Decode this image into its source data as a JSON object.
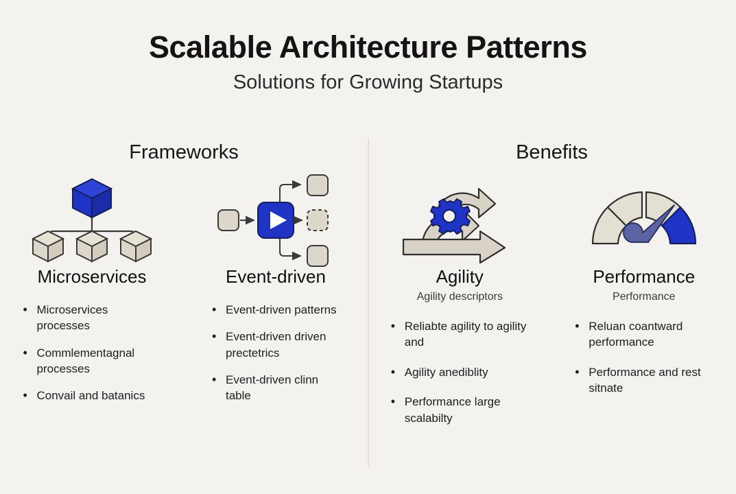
{
  "header": {
    "title": "Scalable Architecture Patterns",
    "subtitle": "Solutions for Growing Startups"
  },
  "sections": [
    {
      "heading": "Frameworks",
      "cards": [
        {
          "icon": "microservices-hierarchy-icon",
          "title": "Microservices",
          "subtitle": "",
          "bullets": [
            "Microservices processes",
            "Commlementagnal processes",
            "Convail and batanics"
          ]
        },
        {
          "icon": "event-driven-flow-icon",
          "title": "Event-driven",
          "subtitle": "",
          "bullets": [
            "Event-driven patterns",
            "Event-driven driven prectetrics",
            "Event-driven clinn table"
          ]
        }
      ]
    },
    {
      "heading": "Benefits",
      "cards": [
        {
          "icon": "agility-cycle-gear-icon",
          "title": "Agility",
          "subtitle": "Agility descriptors",
          "bullets": [
            "Reliabte agility to agility and",
            "Agility anediblity",
            "Performance large scalabilty"
          ]
        },
        {
          "icon": "performance-gauge-icon",
          "title": "Performance",
          "subtitle": "Performance",
          "bullets": [
            "Reluan coantward performance",
            "Performance and rest sitnate"
          ]
        }
      ]
    }
  ],
  "colors": {
    "background": "#f4f2ee",
    "accent_blue": "#1f33c4",
    "beige": "#dcd7ca",
    "outline": "#3a3a38",
    "needle": "#5a63a3",
    "divider": "#e3dfd8"
  }
}
